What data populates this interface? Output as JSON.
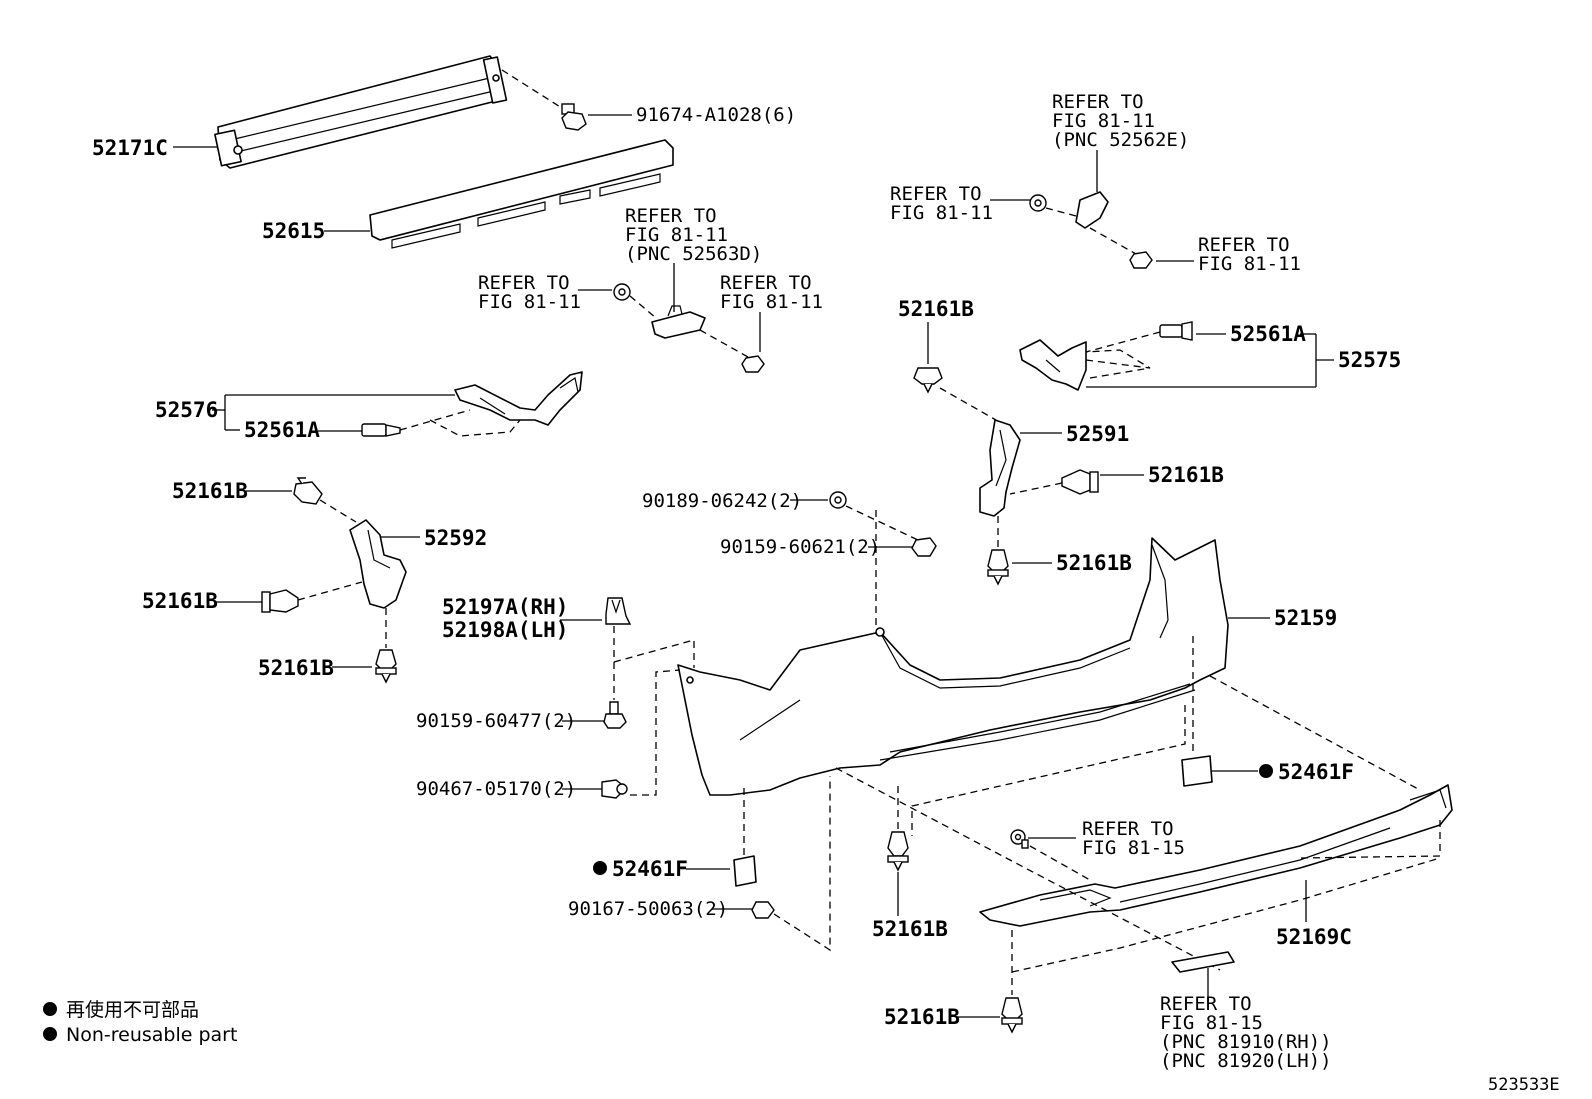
{
  "labels": {
    "reinforcement": "52171C",
    "bolt_91674": "91674-A1028(6)",
    "absorber": "52615",
    "refer_top_center_1": "REFER TO",
    "refer_top_center_2": "FIG 81-11",
    "refer_top_center_3": "(PNC 52563D)",
    "refer_left_nut_1": "REFER TO",
    "refer_left_nut_2": "FIG 81-11",
    "refer_center_bolt_1": "REFER TO",
    "refer_center_bolt_2": "FIG 81-11",
    "refer_top_right_1": "REFER TO",
    "refer_top_right_2": "FIG 81-11",
    "refer_top_right_3": "(PNC 52562E)",
    "refer_right_nut_1": "REFER TO",
    "refer_right_nut_2": "FIG 81-11",
    "refer_right_bolt_1": "REFER TO",
    "refer_right_bolt_2": "FIG 81-11",
    "clip_52161b_top": "52161B",
    "retainer_52561a_right": "52561A",
    "bracket_assy_right": "52575",
    "bracket_assy_left": "52576",
    "retainer_52561a_left": "52561A",
    "spacer_right": "52591",
    "clip_52161b_right_mid": "52161B",
    "clip_52161b_left_top": "52161B",
    "spacer_left": "52592",
    "clip_52161b_left_mid": "52161B",
    "clip_52161b_left_bot": "52161B",
    "nut_90189": "90189-06242(2)",
    "screw_90159_60621": "90159-60621(2)",
    "clip_52161b_right_low": "52161B",
    "bumper_cover": "52159",
    "retainer_rh": "52197A(RH)",
    "retainer_lh": "52198A(LH)",
    "screw_90159_60477": "90159-60477(2)",
    "clip_90467": "90467-05170(2)",
    "plug_52461f_right": "52461F",
    "plug_52461f_left": "52461F",
    "screw_90167": "90167-50063(2)",
    "refer_lower_1": "REFER TO",
    "refer_lower_2": "FIG 81-15",
    "clip_52161b_center_low": "52161B",
    "lower_cover": "52169C",
    "clip_52161b_bottom": "52161B",
    "refer_reflector_1": "REFER TO",
    "refer_reflector_2": "FIG 81-15",
    "refer_reflector_3": "(PNC 81910(RH))",
    "refer_reflector_4": "(PNC 81920(LH))",
    "legend_jp": "再使用不可部品",
    "legend_en": "Non-reusable part",
    "figure_code": "523533E"
  }
}
